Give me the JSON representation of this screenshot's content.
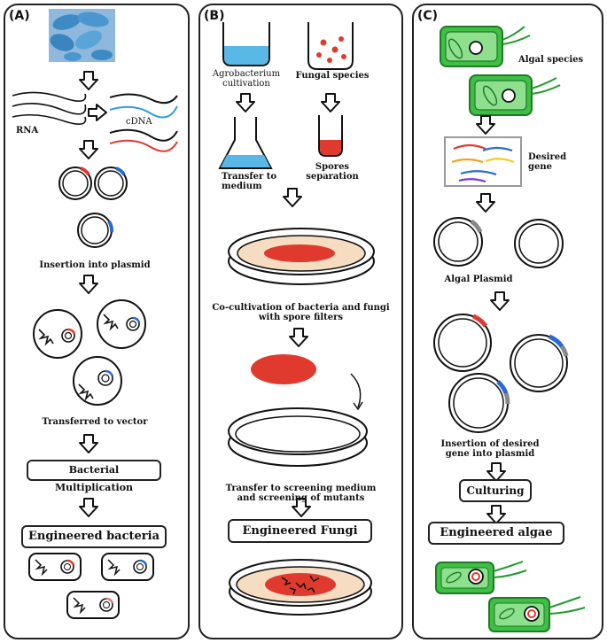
{
  "panel_a": {
    "label": "(A)",
    "rna": "RNA",
    "cdna": "cDNA",
    "insertion": "Insertion into plasmid",
    "transferred": "Transferred to vector",
    "multiplication": "Bacterial Multiplication",
    "result": "Engineered bacteria"
  },
  "panel_b": {
    "label": "(B)",
    "agro_1": "Agrobacterium",
    "agro_2": "cultivation",
    "fungal": "Fungal species",
    "transfer_1": "Transfer to",
    "transfer_2": "medium",
    "spores_1": "Spores",
    "spores_2": "separation",
    "cocult_1": "Co-cultivation of bacteria and fungi",
    "cocult_2": "with spore filters",
    "screen_1": "Transfer to screening medium",
    "screen_2": "and screening of mutants",
    "result": "Engineered Fungi"
  },
  "panel_c": {
    "label": "(C)",
    "algal_species": "Algal species",
    "desired_1": "Desired",
    "desired_2": "gene",
    "plasmid": "Algal Plasmid",
    "insert_1": "Insertion of desired",
    "insert_2": "gene into plasmid",
    "culturing": "Culturing",
    "result": "Engineered algae"
  },
  "colors": {
    "green": "#3fbf45",
    "red": "#e03a2e",
    "blue": "#2a6bd1",
    "cyan_liquid": "#5ab8e6",
    "dish_fill": "#f6dcc0"
  }
}
